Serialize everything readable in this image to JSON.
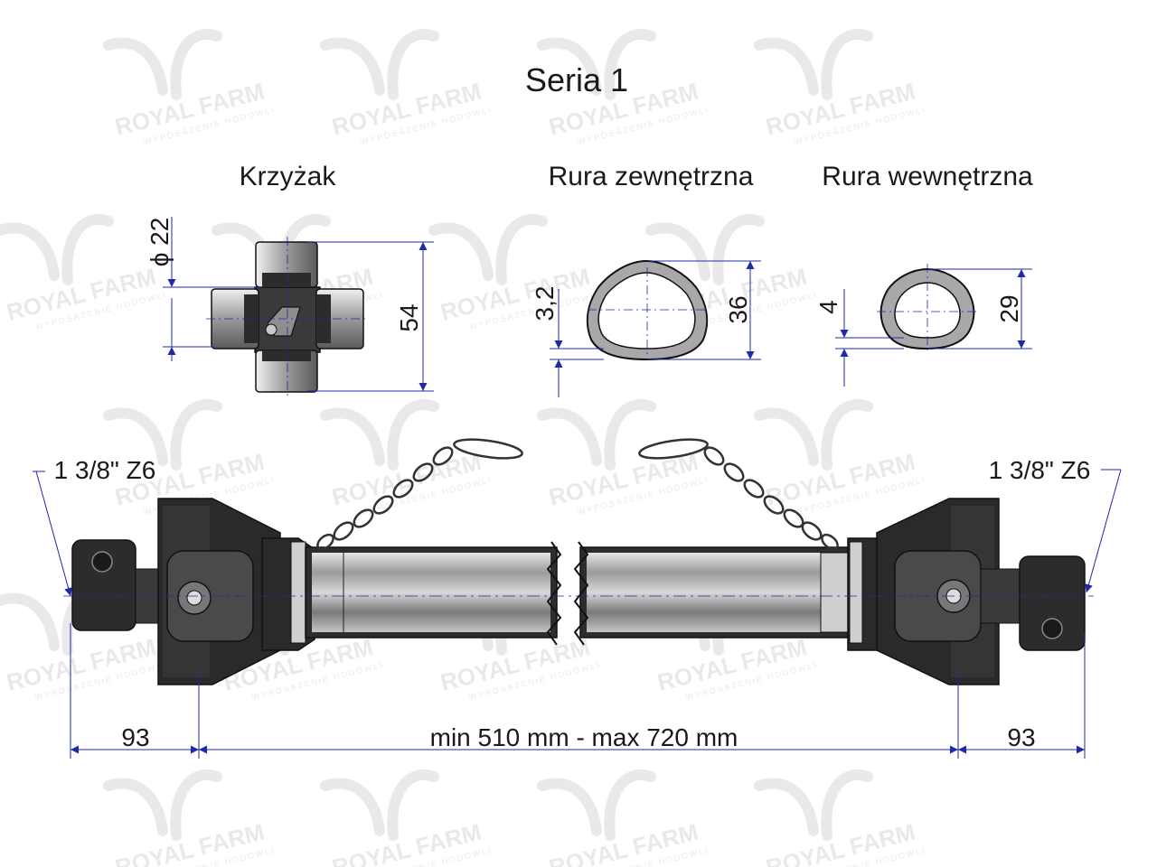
{
  "title": "Seria 1",
  "sections": {
    "cross": "Krzyżak",
    "outer_tube": "Rura zewnętrzna",
    "inner_tube": "Rura wewnętrzna"
  },
  "cross_dims": {
    "diameter": "ϕ 22",
    "height": "54"
  },
  "outer_dims": {
    "wall": "3,2",
    "size": "36"
  },
  "inner_dims": {
    "wall": "4",
    "size": "29"
  },
  "spline_left": "1 3/8\" Z6",
  "spline_right": "1 3/8\" Z6",
  "length_dims": {
    "left": "93",
    "middle": "min 510 mm - max 720 mm",
    "right": "93"
  },
  "watermark": {
    "brand": "ROYAL FARM",
    "tagline": "WYPOSAŻENIE HODOWLI"
  },
  "colors": {
    "dim_line": "#1f2aa8",
    "metal_dark": "#2b2b2b",
    "metal_light": "#bdbdbd",
    "tube_fill": "#b0b0b0",
    "watermark": "#d8d8d8"
  }
}
